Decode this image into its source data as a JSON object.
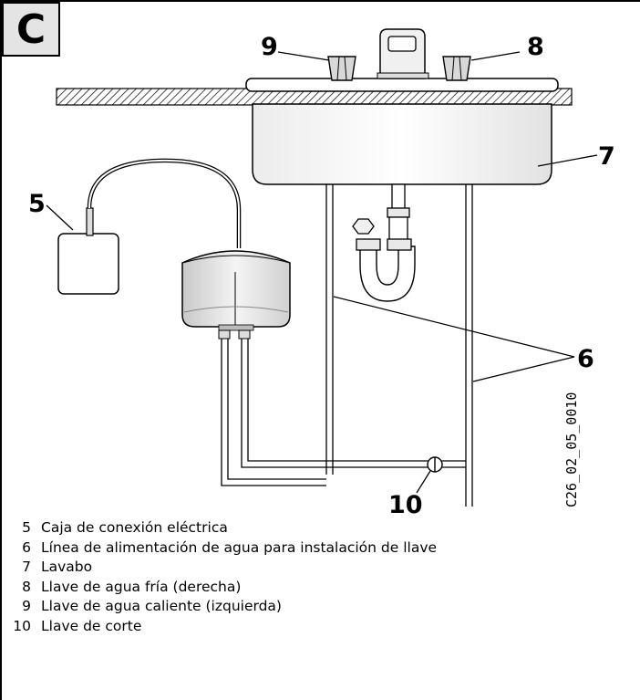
{
  "figure": {
    "panel_label": "C",
    "drawing_code": "C26_02_05_0010"
  },
  "callouts": {
    "c5": "5",
    "c6": "6",
    "c7": "7",
    "c8": "8",
    "c9": "9",
    "c10": "10"
  },
  "legend": [
    {
      "num": "5",
      "text": "Caja de conexión eléctrica"
    },
    {
      "num": "6",
      "text": "Línea de alimentación de agua para instalación de llave"
    },
    {
      "num": "7",
      "text": "Lavabo"
    },
    {
      "num": "8",
      "text": "Llave de agua fría (derecha)"
    },
    {
      "num": "9",
      "text": "Llave de agua caliente (izquierda)"
    },
    {
      "num": "10",
      "text": "Llave de corte"
    }
  ]
}
